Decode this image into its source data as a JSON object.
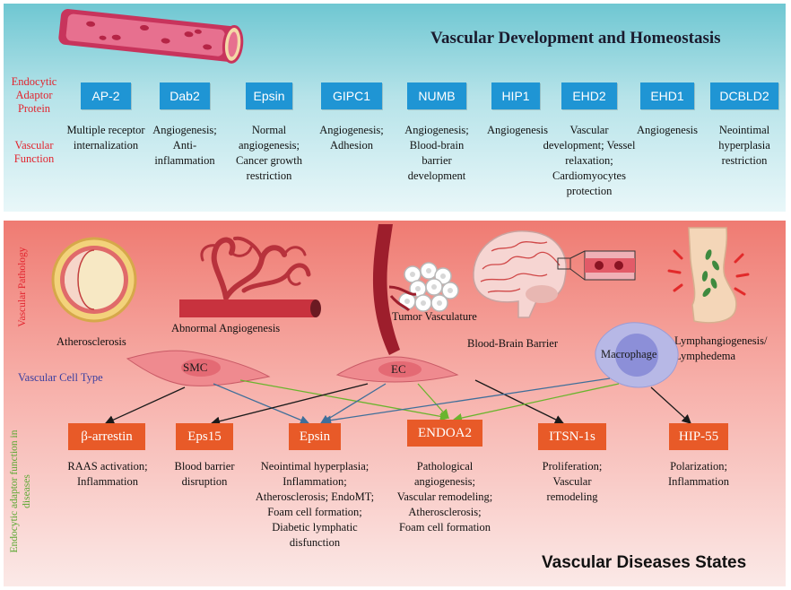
{
  "top_title": "Vascular Development and Homeostasis",
  "bottom_title": "Vascular Diseases States",
  "side_labels": {
    "adaptor": "Endocytic Adaptor Protein",
    "vascular_function": "Vascular Function",
    "pathology": "Vascular Pathology",
    "cell_type": "Vascular Cell Type",
    "disease_function": "Endocytic adaptor function in diseases"
  },
  "proteins": [
    {
      "name": "AP-2",
      "function": "Multiple receptor internalization"
    },
    {
      "name": "Dab2",
      "function": "Angiogenesis; Anti-inflammation"
    },
    {
      "name": "Epsin",
      "function": "Normal angiogenesis; Cancer growth restriction"
    },
    {
      "name": "GIPC1",
      "function": "Angiogenesis; Adhesion"
    },
    {
      "name": "NUMB",
      "function": "Angiogenesis; Blood-brain barrier development"
    },
    {
      "name": "HIP1",
      "function": "Angiogenesis"
    },
    {
      "name": "EHD2",
      "function": "Vascular development; Vessel relaxation; Cardiomyocytes protection"
    },
    {
      "name": "EHD1",
      "function": "Angiogenesis"
    },
    {
      "name": "DCBLD2",
      "function": "Neointimal hyperplasia restriction"
    }
  ],
  "pathologies": {
    "atherosclerosis": "Atherosclerosis",
    "abnormal_angiogenesis": "Abnormal Angiogenesis",
    "tumor_vasculature": "Tumor Vasculature",
    "blood_brain_barrier": "Blood-Brain Barrier",
    "lymph": "Lymphangiogenesis/ Lymphedema"
  },
  "cells": {
    "smc": "SMC",
    "ec": "EC",
    "macrophage": "Macrophage"
  },
  "disease_adaptors": [
    {
      "name": "β-arrestin",
      "function": "RAAS activation; Inflammation"
    },
    {
      "name": "Eps15",
      "function": "Blood barrier disruption"
    },
    {
      "name": "Epsin",
      "function": "Neointimal hyperplasia; Inflammation; Atherosclerosis; EndoMT; Foam cell formation; Diabetic lymphatic disfunction"
    },
    {
      "name": "ENDOA2",
      "function": "Pathological angiogenesis; Vascular remodeling; Atherosclerosis; Foam cell formation"
    },
    {
      "name": "ITSN-1s",
      "function": "Proliferation; Vascular remodeling"
    },
    {
      "name": "HIP-55",
      "function": "Polarization; Inflammation"
    }
  ],
  "colors": {
    "protein_box": "#1f95d4",
    "disease_box": "#e85a28",
    "side_label_red": "#e2242e",
    "cell_type_label": "#3a3fa0",
    "disease_label_green": "#5aa832",
    "arrow_black": "#1a1a1a",
    "arrow_blue": "#3f6f9a",
    "arrow_green": "#6ab42d"
  }
}
